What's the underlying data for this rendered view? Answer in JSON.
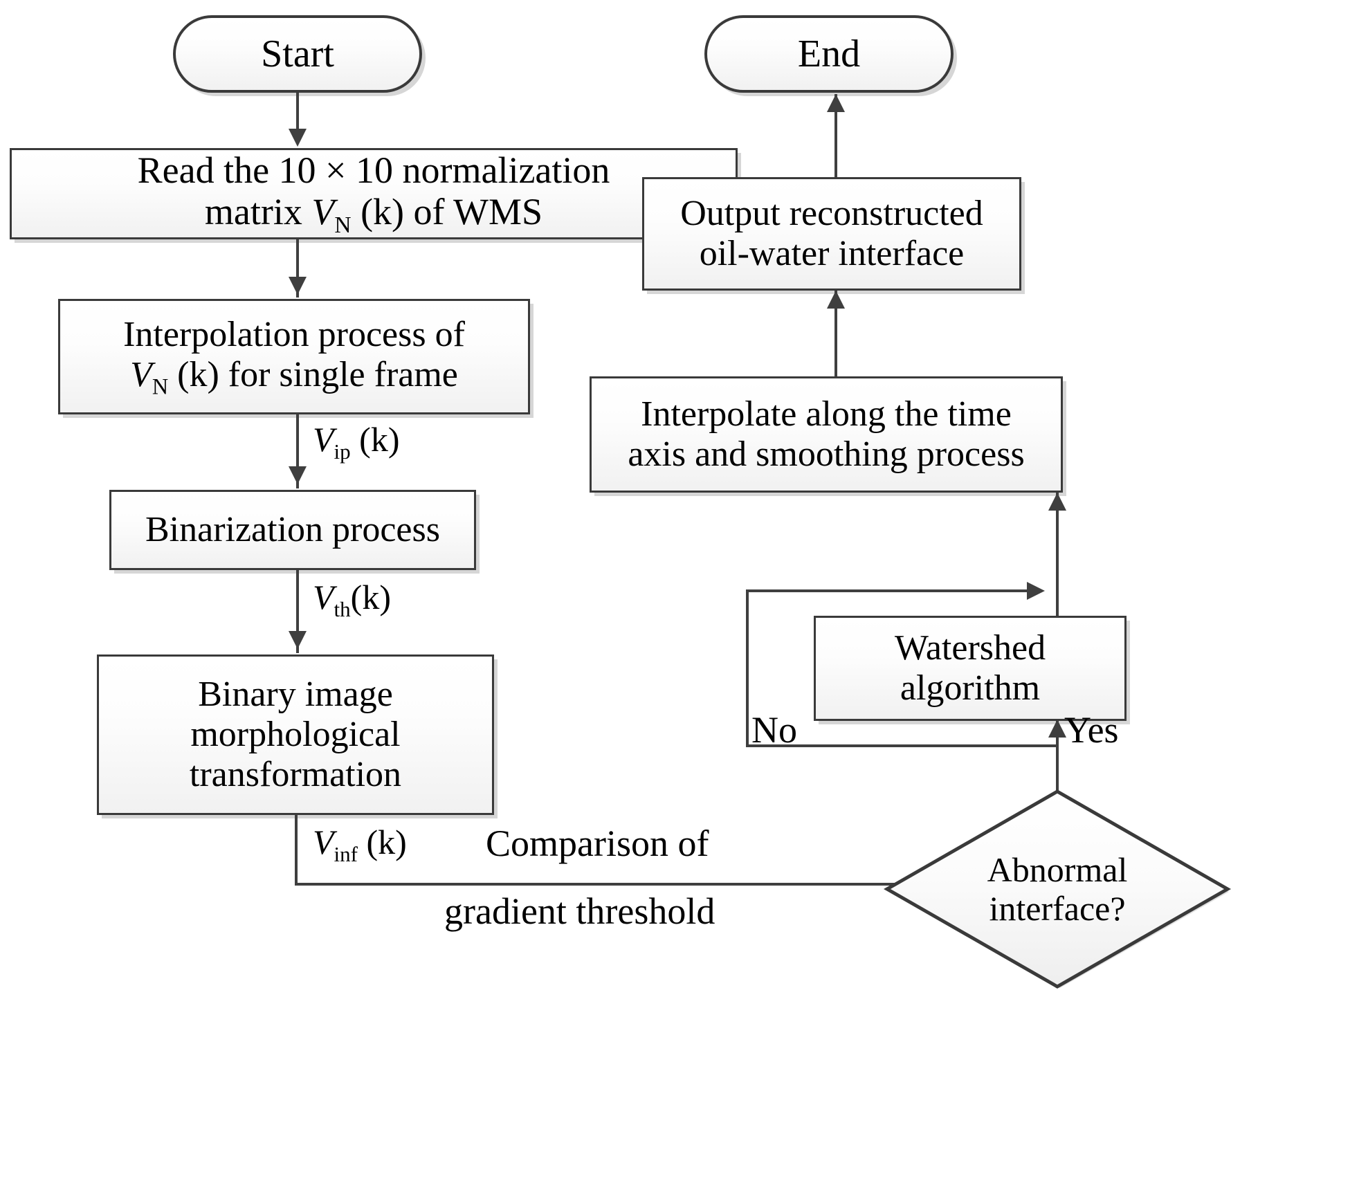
{
  "diagram": {
    "title": "Oil-water interface reconstruction flowchart",
    "type": "flowchart",
    "accent_border": "#3a3a3a",
    "node_fill": "#f2f2f2",
    "edge_color": "#3f3f3f"
  },
  "nodes": {
    "start": {
      "label": "Start",
      "shape": "terminator"
    },
    "read_matrix": {
      "line1": "Read the 10 × 10 normalization",
      "line2_pre": "matrix ",
      "line2_var": "V",
      "line2_sub": "N",
      "line2_post": " (k) of WMS",
      "shape": "process"
    },
    "interp_single": {
      "line1": "Interpolation process of",
      "line2_var": "V",
      "line2_sub": "N",
      "line2_post": " (k) for single frame",
      "shape": "process"
    },
    "binarization": {
      "label": "Binarization process",
      "shape": "process"
    },
    "morphological": {
      "line1": "Binary image",
      "line2": "morphological",
      "line3": "transformation",
      "shape": "process"
    },
    "decision": {
      "line1": "Abnormal",
      "line2": "interface?",
      "shape": "decision"
    },
    "watershed": {
      "label": "Watershed algorithm",
      "shape": "process"
    },
    "interp_time": {
      "line1": "Interpolate along the time",
      "line2": "axis and smoothing process",
      "shape": "process"
    },
    "output": {
      "line1": "Output reconstructed",
      "line2": "oil-water interface",
      "shape": "process"
    },
    "end": {
      "label": "End",
      "shape": "terminator"
    }
  },
  "edge_labels": {
    "v_ip": {
      "var": "V",
      "sub": "ip",
      "arg": " (k)"
    },
    "v_th": {
      "var": "V",
      "sub": "th",
      "arg": "(k)"
    },
    "v_inf": {
      "var": "V",
      "sub": "inf",
      "arg": " (k)"
    },
    "comparison_line1": "Comparison of",
    "comparison_line2": "gradient threshold",
    "no": "No",
    "yes": "Yes"
  }
}
